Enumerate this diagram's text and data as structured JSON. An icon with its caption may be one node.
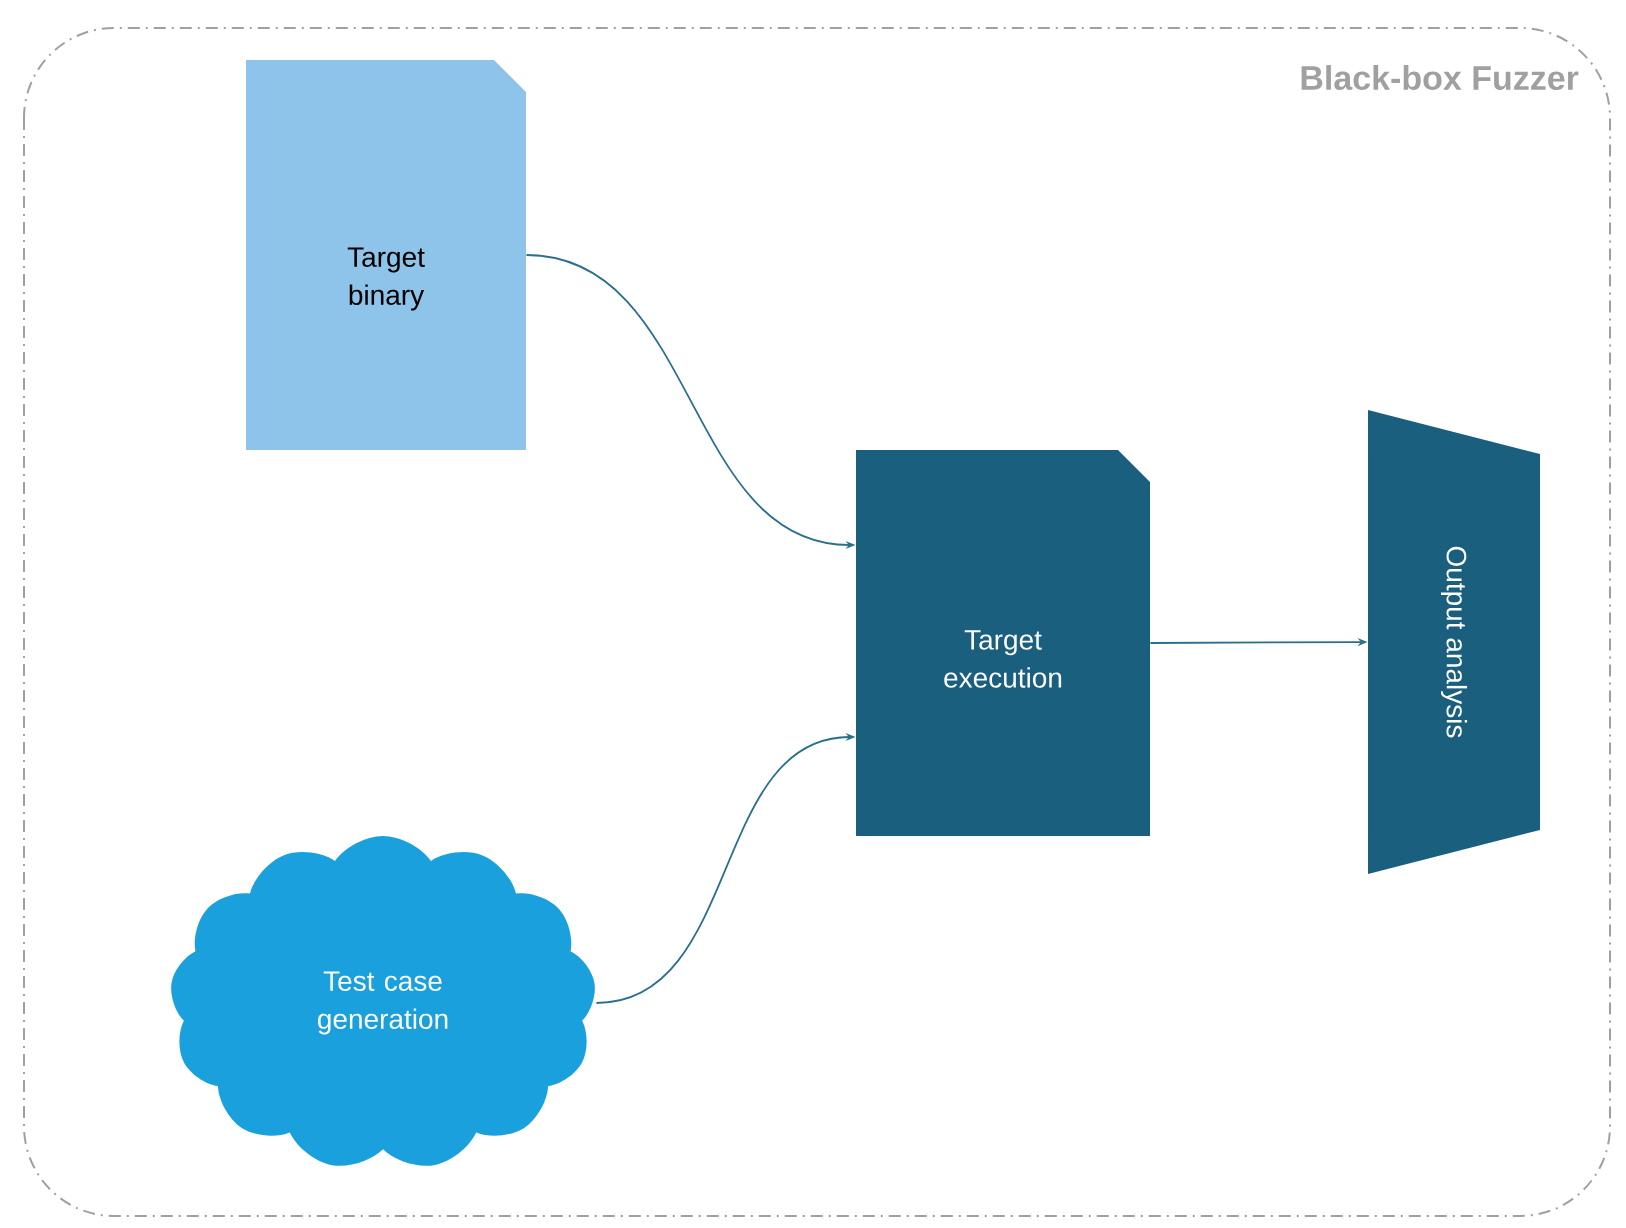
{
  "diagram": {
    "nodes": [
      {
        "text": [
          "Black-box Fuzzer"
        ]
      },
      {
        "text": [
          "Target binary"
        ],
        "in": 0
      },
      {
        "text": [
          "Target execution"
        ],
        "in": 0
      },
      {
        "text": [
          "Output analysis"
        ],
        "in": 0
      },
      {
        "text": [
          "Test case generation"
        ],
        "in": 0
      }
    ],
    "edges": [
      {
        "from": 1,
        "to": 2,
        "arrow": "to"
      },
      {
        "from": 4,
        "to": 2,
        "arrow": "to"
      },
      {
        "from": 2,
        "to": 3,
        "arrow": "to"
      }
    ]
  }
}
